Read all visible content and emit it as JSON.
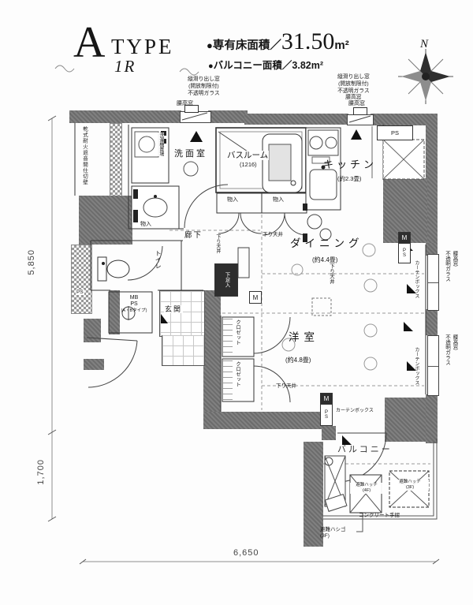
{
  "header": {
    "type_letter": "A",
    "type_rest": "TYPE",
    "plan_type": "1R",
    "bullet": "●",
    "area_label": "専有床面積／",
    "area_value": "31.50",
    "area_unit": "m²",
    "balcony_label": "バルコニー面積／3.82m²",
    "compass_n": "N"
  },
  "window_notes": {
    "left": [
      "縦滑り出し窓",
      "(開放制限付)",
      "不透明ガラス"
    ],
    "right": [
      "縦滑り出し窓",
      "(開放制限付)",
      "不透明ガラス",
      "腰高窓"
    ]
  },
  "rooms": {
    "senmen": "洗面室",
    "bath": "バスルーム",
    "bath_size": "(1216)",
    "kitchen": "キッチン",
    "kitchen_size": "(約2.3畳)",
    "dining": "ダイニング",
    "dining_size": "(約4.4畳)",
    "yoshitsu": "洋室",
    "yoshitsu_size": "(約4.8畳)",
    "corridor": "廊下",
    "toilet": "トイレ",
    "genkan": "玄関",
    "balcony": "バルコニー",
    "closet": "クロゼット",
    "monoire": "物入",
    "washer": "洗濯機置場",
    "shoes": "下足入"
  },
  "labels": {
    "koshidaka_mado": "腰高窓",
    "ps": "PS",
    "mb": "MB",
    "mb_type": "(A・Bタイプ)",
    "m": "M",
    "sagari_tenjo": "下り天井",
    "curtain_box": "カーテンボックス",
    "glass_opaque": "不透明ガラス",
    "glass_koshi": "腰高窓",
    "wall_note": "乾式耐火遮音間仕切壁",
    "hatch_line1": "避難ハッチ",
    "hatch_4f": "(4F)",
    "hatch_3f": "(3F)",
    "ladder_line1": "避難ハシゴ",
    "ladder_floor": "(3F)",
    "concrete_rail": "コンクリート手摺"
  },
  "dimensions": {
    "left_upper": "5,850",
    "left_lower": "1,700",
    "bottom": "6,650"
  }
}
